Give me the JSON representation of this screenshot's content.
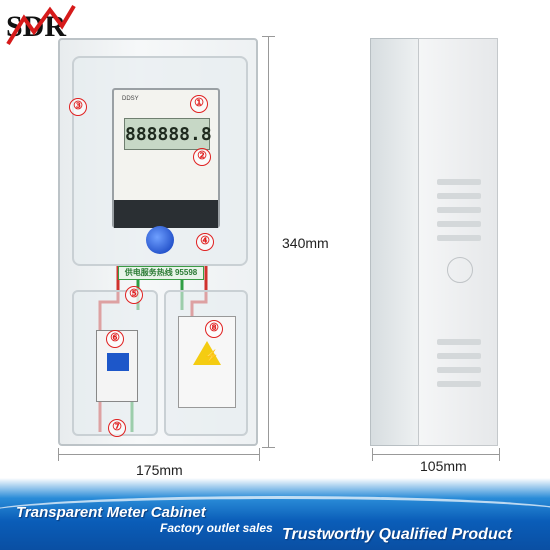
{
  "brand": {
    "logo_text": "SDR"
  },
  "meter": {
    "display": "888888.8"
  },
  "label_strip": {
    "text": "供电服务热线 95598"
  },
  "callouts": [
    "①",
    "②",
    "③",
    "④",
    "⑤",
    "⑥",
    "⑦",
    "⑧"
  ],
  "dimensions": {
    "height": "340mm",
    "width": "175mm",
    "depth": "105mm"
  },
  "banner": {
    "title": "Transparent Meter Cabinet",
    "subtitle": "Factory outlet sales",
    "tagline": "Trustworthy Qualified Product"
  },
  "colors": {
    "callout": "#e02020",
    "banner": "#0a5db8",
    "knob": "#0a37b8"
  }
}
